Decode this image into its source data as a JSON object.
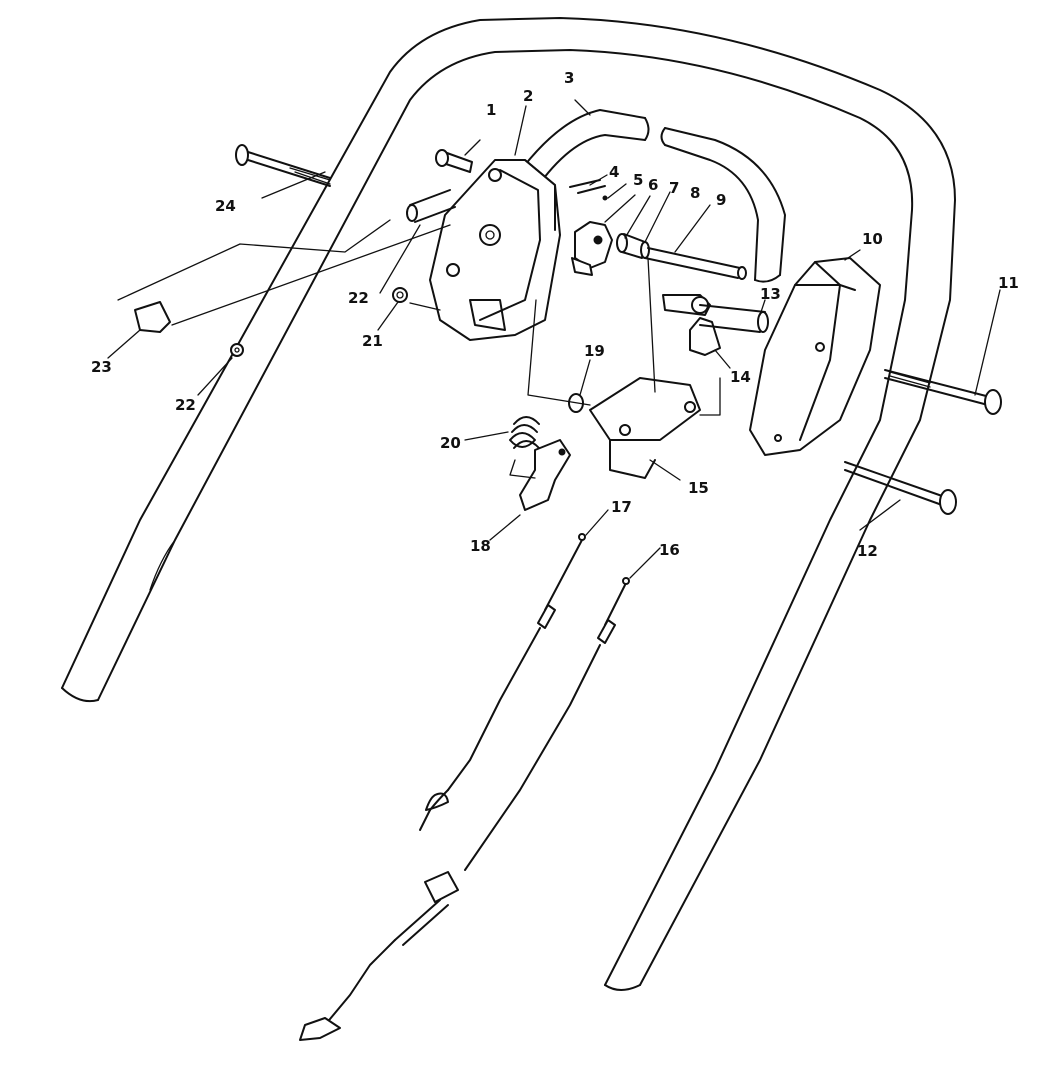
{
  "labels": [
    {
      "id": "p1",
      "text": "1"
    },
    {
      "id": "p2",
      "text": "2"
    },
    {
      "id": "p3",
      "text": "3"
    },
    {
      "id": "p4",
      "text": "4"
    },
    {
      "id": "p5",
      "text": "5"
    },
    {
      "id": "p6",
      "text": "6"
    },
    {
      "id": "p7",
      "text": "7"
    },
    {
      "id": "p8",
      "text": "8"
    },
    {
      "id": "p9",
      "text": "9"
    },
    {
      "id": "p10",
      "text": "10"
    },
    {
      "id": "p11",
      "text": "11"
    },
    {
      "id": "p12",
      "text": "12"
    },
    {
      "id": "p13",
      "text": "13"
    },
    {
      "id": "p14",
      "text": "14"
    },
    {
      "id": "p15",
      "text": "15"
    },
    {
      "id": "p16",
      "text": "16"
    },
    {
      "id": "p17",
      "text": "17"
    },
    {
      "id": "p18",
      "text": "18"
    },
    {
      "id": "p19",
      "text": "19"
    },
    {
      "id": "p20",
      "text": "20"
    },
    {
      "id": "p21",
      "text": "21"
    },
    {
      "id": "p22a",
      "text": "22"
    },
    {
      "id": "p22b",
      "text": "22"
    },
    {
      "id": "p23",
      "text": "23"
    },
    {
      "id": "p24",
      "text": "24"
    }
  ]
}
